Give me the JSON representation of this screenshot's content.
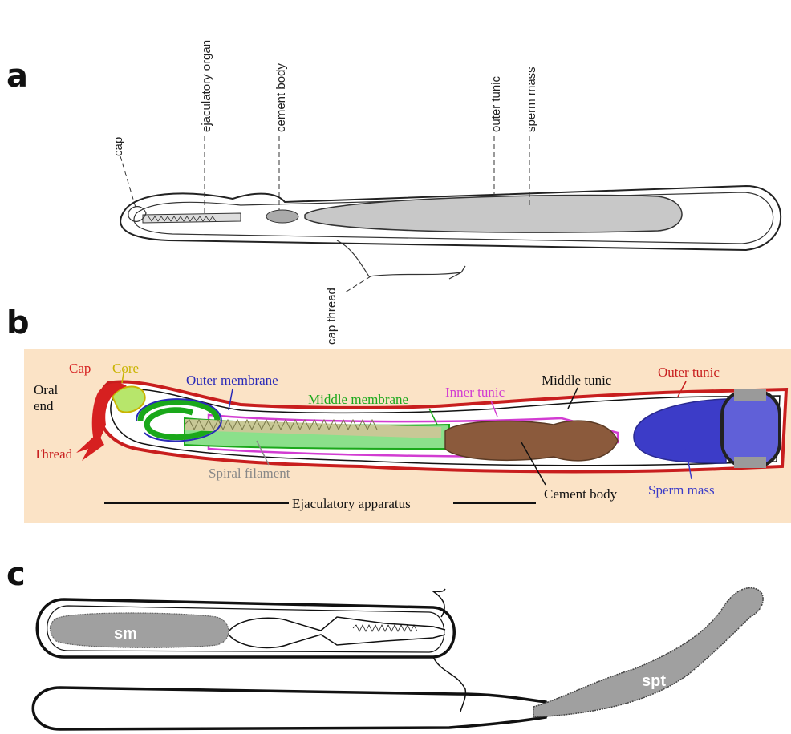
{
  "panels": {
    "a": {
      "letter": "a",
      "labels": {
        "cap": "cap",
        "ejaculatory_organ": "ejaculatory organ",
        "cement_body": "cement body",
        "outer_tunic": "outer tunic",
        "sperm_mass": "sperm mass",
        "cap_thread": "cap thread"
      }
    },
    "b": {
      "letter": "b",
      "background": "#fbe3c6",
      "labels": {
        "cap": "Cap",
        "core": "Core",
        "oral_end_1": "Oral",
        "oral_end_2": "end",
        "thread": "Thread",
        "outer_membrane": "Outer membrane",
        "middle_membrane": "Middle membrane",
        "inner_tunic": "Inner tunic",
        "middle_tunic": "Middle tunic",
        "outer_tunic": "Outer tunic",
        "spiral_filament": "Spiral filament",
        "cement_body": "Cement body",
        "sperm_mass": "Sperm mass",
        "ejaculatory_apparatus": "Ejaculatory apparatus"
      },
      "colors": {
        "cap": "#d62020",
        "core": "#c9b400",
        "outer_membrane": "#2a2ab8",
        "middle_membrane": "#1aa81a",
        "inner_tunic": "#d23cd2",
        "middle_tunic": "#111111",
        "outer_tunic": "#c81e1e",
        "spiral_filament": "#888888",
        "cement_body": "#8b5a3c",
        "sperm_mass": "#3c3cc8"
      }
    },
    "c": {
      "letter": "c",
      "labels": {
        "sm": "sm",
        "spt": "spt"
      }
    }
  }
}
